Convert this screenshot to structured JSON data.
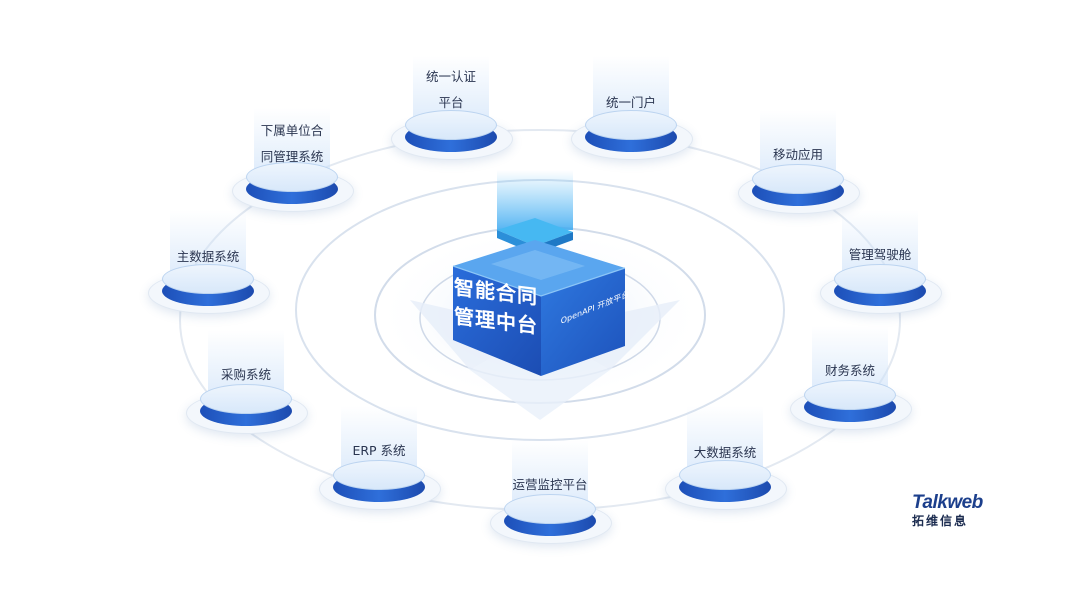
{
  "diagram": {
    "hub": {
      "title_lines": [
        "智能合同",
        "管理中台"
      ],
      "subtitle": "OpenAPI 开放平台"
    },
    "nodes": [
      {
        "lines": [
          "统一认证",
          "平台"
        ]
      },
      {
        "lines": [
          "统一门户"
        ]
      },
      {
        "lines": [
          "移动应用"
        ]
      },
      {
        "lines": [
          "管理驾驶舱"
        ]
      },
      {
        "lines": [
          "财务系统"
        ]
      },
      {
        "lines": [
          "大数据系统"
        ]
      },
      {
        "lines": [
          "运营监控平台"
        ]
      },
      {
        "lines": [
          "ERP 系统"
        ]
      },
      {
        "lines": [
          "采购系统"
        ]
      },
      {
        "lines": [
          "主数据系统"
        ]
      },
      {
        "lines": [
          "下属单位合",
          "同管理系统"
        ]
      }
    ]
  },
  "brand": {
    "wordmark": "Talkweb",
    "chinese": "拓维信息"
  },
  "colors": {
    "primary": "#2a63cf",
    "dark": "#1a47a8",
    "ring": "#dbe4ee",
    "text": "#2a3550"
  }
}
